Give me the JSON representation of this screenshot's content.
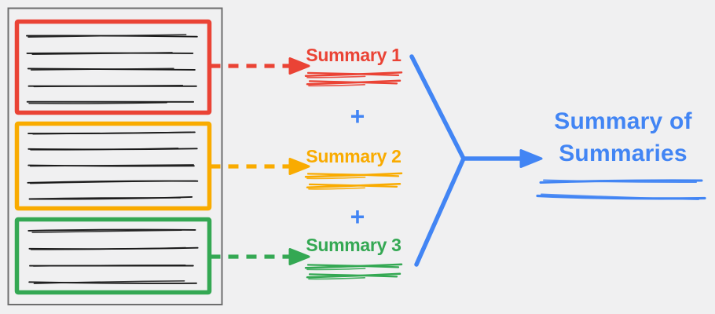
{
  "colors": {
    "background": "#F0F0F1",
    "document_frame": "#6E6E6E",
    "ink": "#1B1B1B",
    "red": "#EA4335",
    "orange": "#F9AB00",
    "green": "#34A853",
    "blue": "#4285F4"
  },
  "document": {
    "chunks": [
      {
        "name": "chunk-1",
        "color": "red",
        "scribble_lines": 5
      },
      {
        "name": "chunk-2",
        "color": "orange",
        "scribble_lines": 5
      },
      {
        "name": "chunk-3",
        "color": "green",
        "scribble_lines": 4
      }
    ]
  },
  "summaries": [
    {
      "label": "Summary 1",
      "color": "red"
    },
    {
      "label": "Summary 2",
      "color": "orange"
    },
    {
      "label": "Summary 3",
      "color": "green"
    }
  ],
  "operators": [
    "+",
    "+"
  ],
  "output": {
    "line1": "Summary of",
    "line2": "Summaries",
    "color": "blue"
  }
}
